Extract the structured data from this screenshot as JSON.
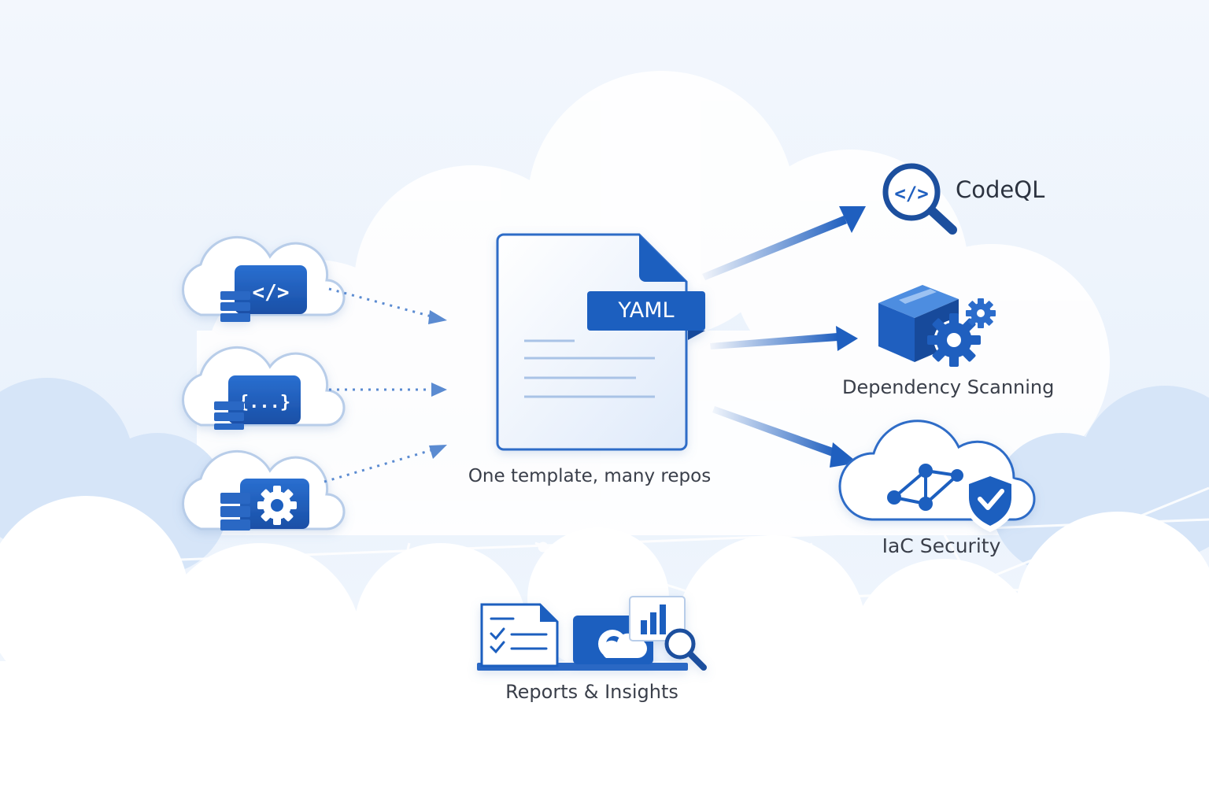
{
  "template": {
    "badge": "YAML",
    "caption": "One template, many repos"
  },
  "scanners": [
    {
      "label": "CodeQL",
      "icon": "code-search-icon"
    },
    {
      "label": "Dependency Scanning",
      "icon": "package-gears-icon"
    },
    {
      "label": "IaC Security",
      "icon": "cloud-network-shield-icon"
    }
  ],
  "reports": {
    "label": "Reports & Insights",
    "icon": "checklist-dashboard-icon"
  },
  "repos": [
    {
      "icon": "code-icon"
    },
    {
      "icon": "braces-icon"
    },
    {
      "icon": "gear-icon"
    }
  ],
  "colors": {
    "accent": "#1f5fbf",
    "accent_dark": "#174a9b",
    "background": "#eef4fc",
    "cloud": "#ffffff",
    "text": "#3a3f4a"
  }
}
